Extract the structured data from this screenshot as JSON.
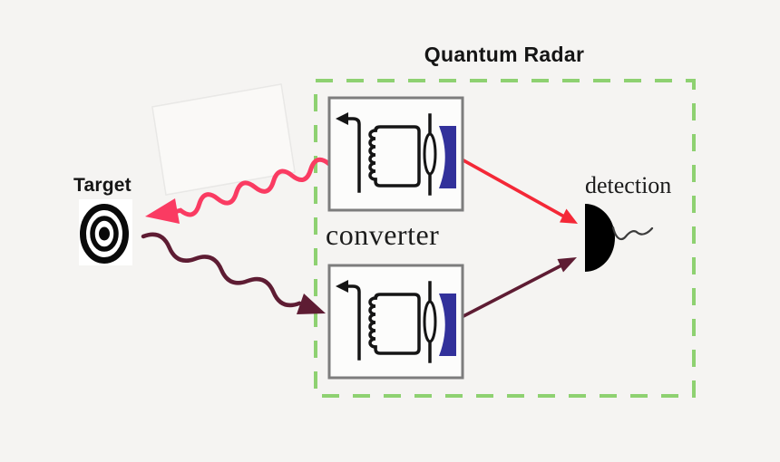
{
  "diagram": {
    "title": "Quantum Radar",
    "target_label": "Target",
    "converter_label": "converter",
    "detection_label": "detection"
  },
  "colors": {
    "bg": "#f5f4f2",
    "green": "#8ed171",
    "pink": "#fa3b62",
    "red": "#f42837",
    "maroon": "#5e1c33",
    "blue": "#32319b",
    "gray": "#7d7d7d",
    "ink": "#151515"
  }
}
